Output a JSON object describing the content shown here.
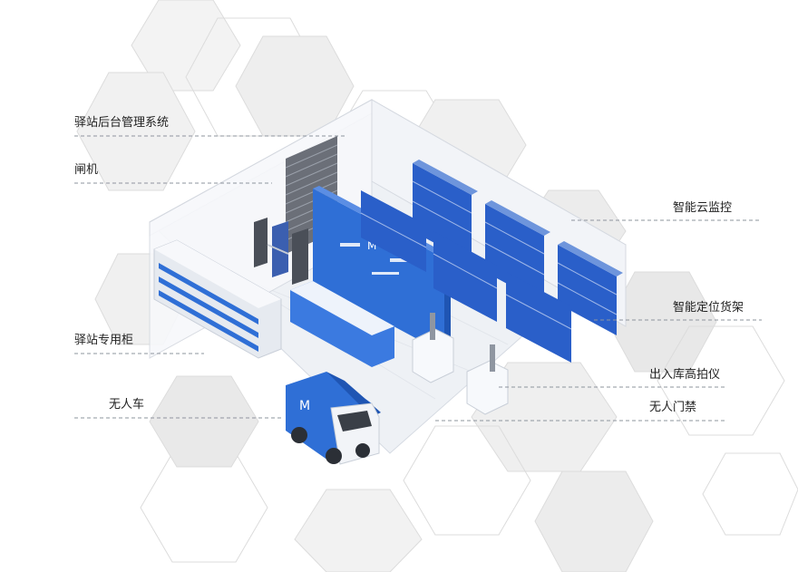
{
  "labels": {
    "backend_system": "驿站后台管理系统",
    "gate": "闸机",
    "locker": "驿站专用柜",
    "unmanned_vehicle": "无人车",
    "cloud_monitor": "智能云监控",
    "smart_shelf": "智能定位货架",
    "scanner": "出入库高拍仪",
    "access_control": "无人门禁"
  },
  "colors": {
    "brand_blue": "#2f6fd6",
    "shelf_blue": "#2a5fc9",
    "wall": "#f4f6fa",
    "floor": "#eef1f5",
    "hexagon": "#d9d9d9"
  }
}
